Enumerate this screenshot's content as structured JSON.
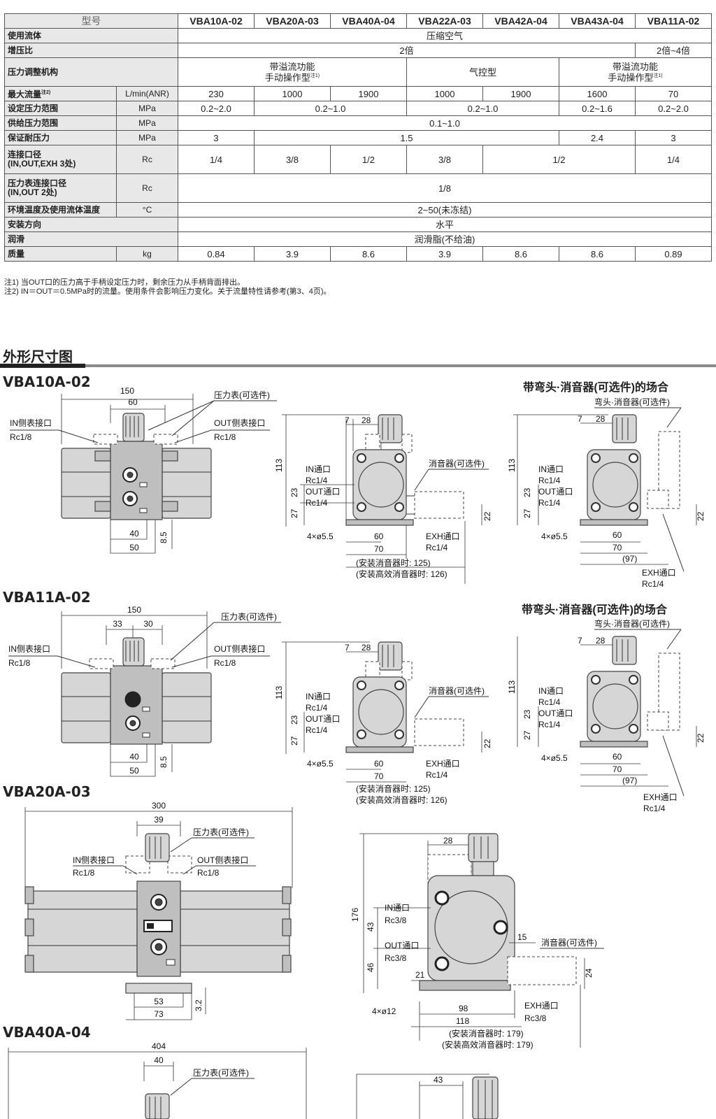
{
  "table": {
    "header_label": "型号",
    "models": [
      "VBA10A-02",
      "VBA20A-03",
      "VBA40A-04",
      "VBA22A-03",
      "VBA42A-04",
      "VBA43A-04",
      "VBA11A-02"
    ],
    "rows": {
      "fluid": {
        "label": "使用流体",
        "value": "压缩空气"
      },
      "ratio": {
        "label": "增压比",
        "value_main": "2倍",
        "value_last": "2倍~4倍"
      },
      "mechanism": {
        "label": "压力调整机构",
        "a_line1": "带溢流功能",
        "a_line2": "手动操作型",
        "a_note": "注1)",
        "b": "气控型",
        "c_line1": "带溢流功能",
        "c_line2": "手动操作型",
        "c_note": "注1)"
      },
      "flow": {
        "label": "最大流量",
        "note": "注2)",
        "unit": "L/min(ANR)",
        "values": [
          "230",
          "1000",
          "1900",
          "1000",
          "1900",
          "1600",
          "70"
        ]
      },
      "set_pressure": {
        "label": "设定压力范围",
        "unit": "MPa",
        "v1": "0.2~2.0",
        "v2": "0.2~1.0",
        "v3": "0.2~1.0",
        "v4": "0.2~1.6",
        "v5": "0.2~2.0"
      },
      "supply_pressure": {
        "label": "供给压力范围",
        "unit": "MPa",
        "value": "0.1~1.0"
      },
      "proof_pressure": {
        "label": "保证耐压力",
        "unit": "MPa",
        "v1": "3",
        "v2": "1.5",
        "v3": "2.4",
        "v4": "3"
      },
      "port": {
        "label_line1": "连接口径",
        "label_line2": "(IN,OUT,EXH 3处)",
        "unit": "Rc",
        "v1": "1/4",
        "v2": "3/8",
        "v3": "1/2",
        "v4": "3/8",
        "v5": "1/2",
        "v6": "1/4"
      },
      "gauge_port": {
        "label_line1": "压力表连接口径",
        "label_line2": "(IN,OUT 2处)",
        "unit": "Rc",
        "value": "1/8"
      },
      "temperature": {
        "label": "环境温度及使用流体温度",
        "unit": "°C",
        "value": "2~50(未冻结)"
      },
      "mounting": {
        "label": "安装方向",
        "value": "水平"
      },
      "lubrication": {
        "label": "润滑",
        "value": "润滑脂(不给油)"
      },
      "mass": {
        "label": "质量",
        "unit": "kg",
        "values": [
          "0.84",
          "3.9",
          "8.6",
          "3.9",
          "8.6",
          "8.6",
          "0.89"
        ]
      }
    },
    "notes": [
      "注1) 当OUT口的压力高于手柄设定压力时，剩余压力从手柄背面排出。",
      "注2) IN＝OUT＝0.5MPa时的流量。使用条件会影响压力变化。关于流量特性请参考(第3、4页)。"
    ]
  },
  "section": {
    "title": "外形尺寸图"
  },
  "drawings": {
    "vba10": {
      "model": "VBA10A-02",
      "variant": "带弯头·消音器(可选件)的场合",
      "d150": "150",
      "d60": "60",
      "d40": "40",
      "d50": "50",
      "d85": "8.5",
      "gauge": "压力表(可选件)",
      "in_gauge": "IN侧表接口",
      "out_gauge": "OUT侧表接口",
      "rc18": "Rc1/8",
      "d7": "7",
      "d28": "28",
      "d113": "113",
      "d23": "23",
      "d27": "27",
      "d22": "22",
      "in_port": "IN通口",
      "out_port": "OUT通口",
      "rc14": "Rc1/4",
      "silencer": "消音器(可选件)",
      "holes": "4×ø5.5",
      "d70": "70",
      "exh": "EXH通口",
      "with_silencer": "(安装消音器时: 125)",
      "with_hi_silencer": "(安装高效消音器时: 126)",
      "elbow": "弯头·消音器(可选件)",
      "d97": "(97)"
    },
    "vba11": {
      "model": "VBA11A-02",
      "variant": "带弯头·消音器(可选件)的场合",
      "d150": "150",
      "d33": "33",
      "d30": "30",
      "d40": "40",
      "d50": "50",
      "d85": "8.5",
      "gauge": "压力表(可选件)",
      "in_gauge": "IN侧表接口",
      "out_gauge": "OUT侧表接口",
      "rc18": "Rc1/8",
      "d7": "7",
      "d28": "28",
      "d113": "113",
      "d23": "23",
      "d27": "27",
      "d22": "22",
      "in_port": "IN通口",
      "out_port": "OUT通口",
      "rc14": "Rc1/4",
      "silencer": "消音器(可选件)",
      "holes": "4×ø5.5",
      "d60": "60",
      "d70": "70",
      "exh": "EXH通口",
      "with_silencer": "(安装消音器时: 125)",
      "with_hi_silencer": "(安装高效消音器时: 126)",
      "elbow": "弯头·消音器(可选件)",
      "d97": "(97)"
    },
    "vba20": {
      "model": "VBA20A-03",
      "d300": "300",
      "d39": "39",
      "d53": "53",
      "d73": "73",
      "d32": "3.2",
      "gauge": "压力表(可选件)",
      "in_gauge": "IN侧表接口",
      "out_gauge": "OUT侧表接口",
      "rc18": "Rc1/8",
      "d28": "28",
      "d176": "176",
      "d43": "43",
      "d46": "46",
      "d15": "15",
      "d21": "21",
      "d24": "24",
      "in_port": "IN通口",
      "out_port": "OUT通口",
      "rc38": "Rc3/8",
      "silencer": "消音器(可选件)",
      "holes": "4×ø12",
      "d98": "98",
      "d118": "118",
      "exh": "EXH通口",
      "with_silencer": "(安装消音器时: 179)",
      "with_hi_silencer": "(安装高效消音器时: 179)"
    },
    "vba40": {
      "model": "VBA40A-04",
      "d404": "404",
      "d40": "40",
      "gauge": "压力表(可选件)",
      "d43": "43"
    }
  }
}
